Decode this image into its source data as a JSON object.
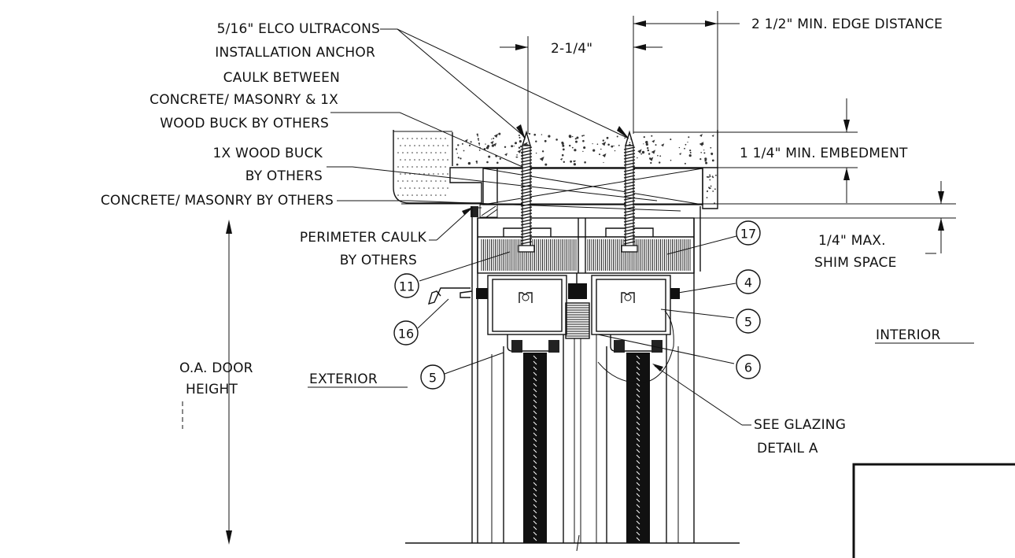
{
  "labels": {
    "anchor_line1": "5/16\" ELCO ULTRACONS",
    "anchor_line2": "INSTALLATION ANCHOR",
    "caulk_line1": "CAULK BETWEEN",
    "caulk_line2": "CONCRETE/ MASONRY & 1X",
    "caulk_line3": "WOOD BUCK BY OTHERS",
    "buck_line1": "1X WOOD BUCK",
    "buck_line2": "BY OTHERS",
    "concrete": "CONCRETE/ MASONRY BY OTHERS",
    "perimeter_line1": "PERIMETER CAULK",
    "perimeter_line2": "BY OTHERS",
    "oa_line1": "O.A. DOOR",
    "oa_line2": "HEIGHT",
    "exterior": "EXTERIOR",
    "interior": "INTERIOR",
    "glazing_line1": "SEE GLAZING",
    "glazing_line2": "DETAIL A",
    "dim_spacing": "2-1/4\"",
    "dim_edge": "2 1/2\" MIN. EDGE DISTANCE",
    "dim_embed": "1 1/4\" MIN. EMBEDMENT",
    "shim_line1": "1/4\" MAX.",
    "shim_line2": "SHIM SPACE"
  },
  "callouts": [
    "17",
    "4",
    "11",
    "5",
    "16",
    "6",
    "5"
  ]
}
